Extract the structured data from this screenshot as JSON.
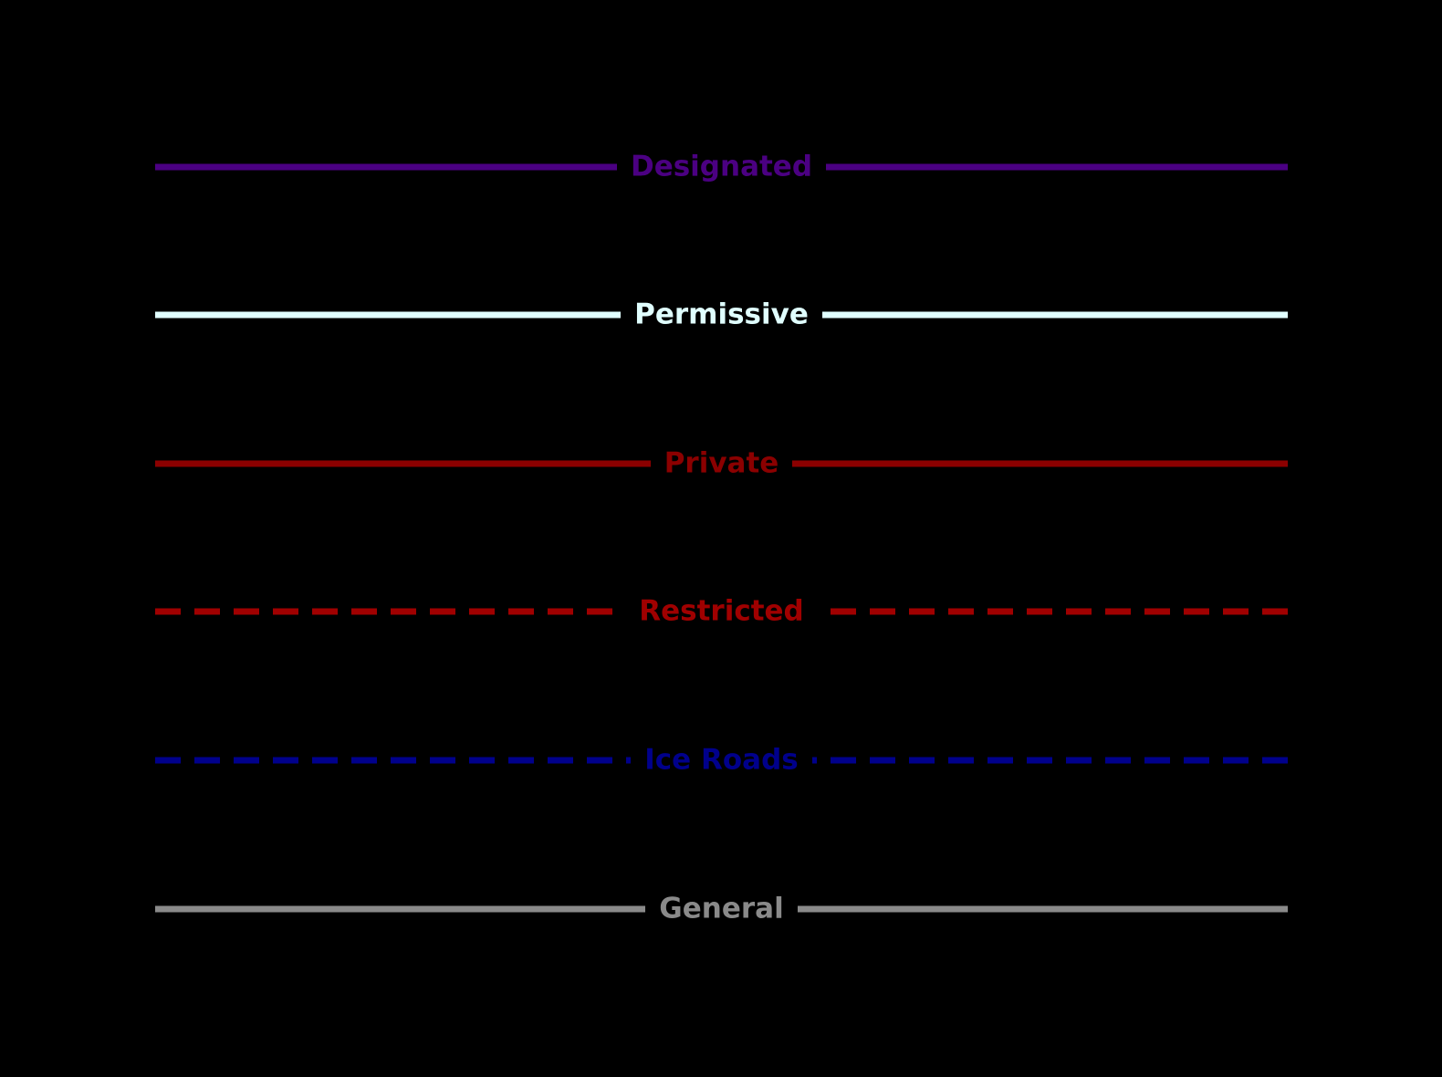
{
  "canvas": {
    "background": "#000000"
  },
  "legend": {
    "items": [
      {
        "label": "Designated",
        "color": "#4B0082",
        "line_style": "solid"
      },
      {
        "label": "Permissive",
        "color": "#E0FFFF",
        "line_style": "solid"
      },
      {
        "label": "Private",
        "color": "#8B0000",
        "line_style": "solid"
      },
      {
        "label": "Restricted",
        "color": "#A00000",
        "line_style": "dashed"
      },
      {
        "label": "Ice Roads",
        "color": "#00008B",
        "line_style": "dashed"
      },
      {
        "label": "General",
        "color": "#8A8A8A",
        "line_style": "solid"
      }
    ]
  }
}
